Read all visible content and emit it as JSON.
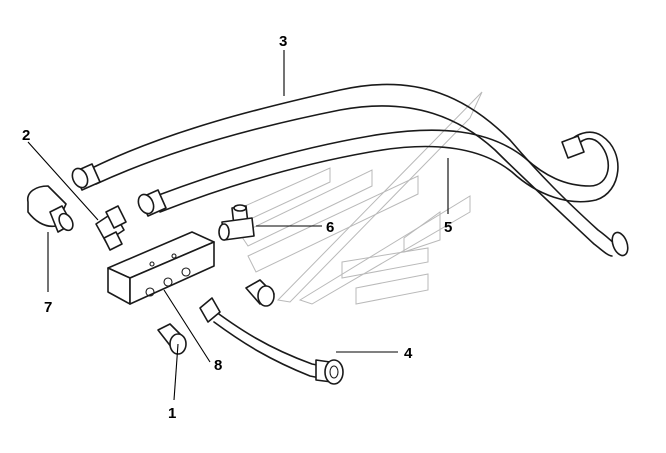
{
  "callouts": {
    "p1": "1",
    "p2": "2",
    "p3": "3",
    "p4": "4",
    "p5": "5",
    "p6": "6",
    "p7": "7",
    "p8": "8"
  }
}
